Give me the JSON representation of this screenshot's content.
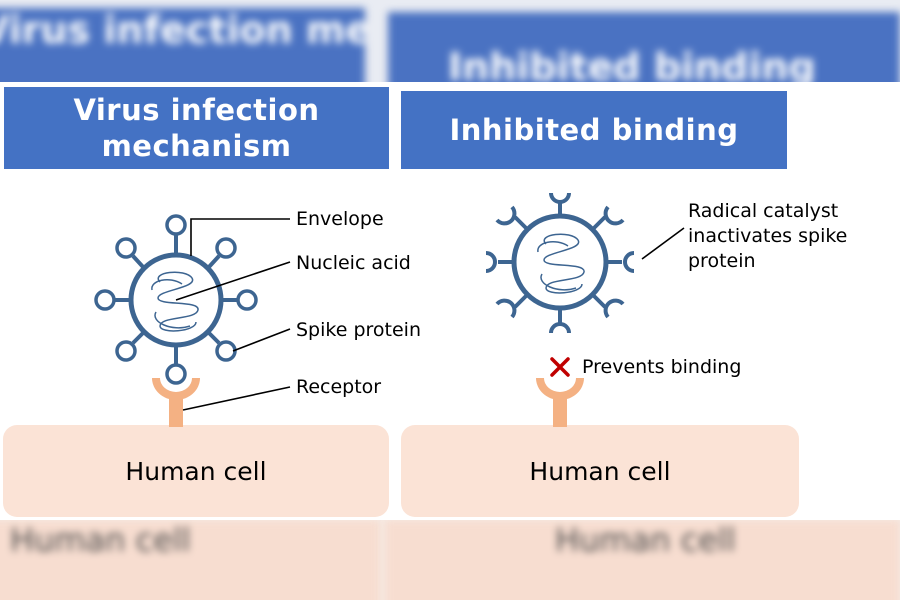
{
  "backdrop": {
    "left_title": "Virus infection mechanism",
    "right_title": "Inhibited binding",
    "left_cell": "Human cell",
    "right_cell": "Human cell"
  },
  "left_panel": {
    "title_line1": "Virus infection",
    "title_line2": "mechanism",
    "labels": {
      "envelope": "Envelope",
      "nucleic_acid": "Nucleic acid",
      "spike_protein": "Spike protein",
      "receptor": "Receptor"
    },
    "cell_label": "Human cell"
  },
  "right_panel": {
    "title": "Inhibited binding",
    "callout_line1": "Radical catalyst",
    "callout_line2": "inactivates spike",
    "callout_line3": "protein",
    "prevents_label": "Prevents binding",
    "cell_label": "Human cell"
  },
  "colors": {
    "header_blue": "#4472c4",
    "virus_outline": "#3d6591",
    "cell_fill": "#fbe3d6",
    "receptor": "#f4b183",
    "block_mark": "#c00000"
  }
}
